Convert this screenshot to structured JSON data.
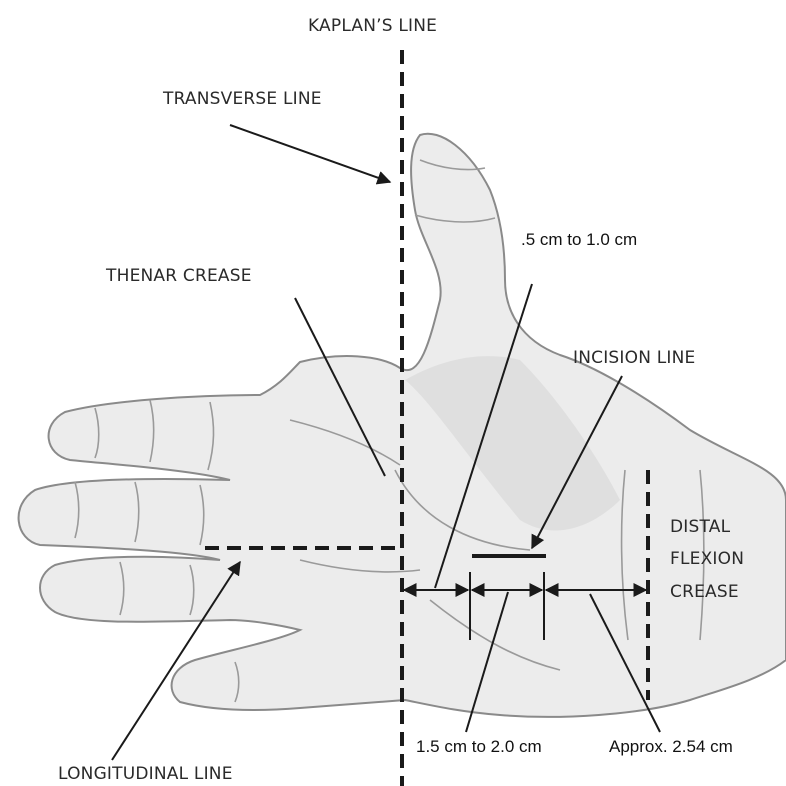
{
  "labels": {
    "kaplans_line": "KAPLAN’S LINE",
    "transverse_line": "TRANSVERSE LINE",
    "thenar_crease": "THENAR CREASE",
    "half_to_one_cm": ".5 cm to 1.0 cm",
    "incision_line": "INCISION LINE",
    "distal_flexion_crease_1": "DISTAL",
    "distal_flexion_crease_2": "FLEXION",
    "distal_flexion_crease_3": "CREASE",
    "one_five_to_two_cm": "1.5 cm to 2.0 cm",
    "approx_254_cm": "Approx. 2.54 cm",
    "longitudinal_line": "LONGITUDINAL LINE"
  },
  "colors": {
    "line": "#1a1a1a",
    "label_text": "#2a2a2a",
    "skin": "#ececec",
    "skin_outline": "#8a8a8a"
  }
}
